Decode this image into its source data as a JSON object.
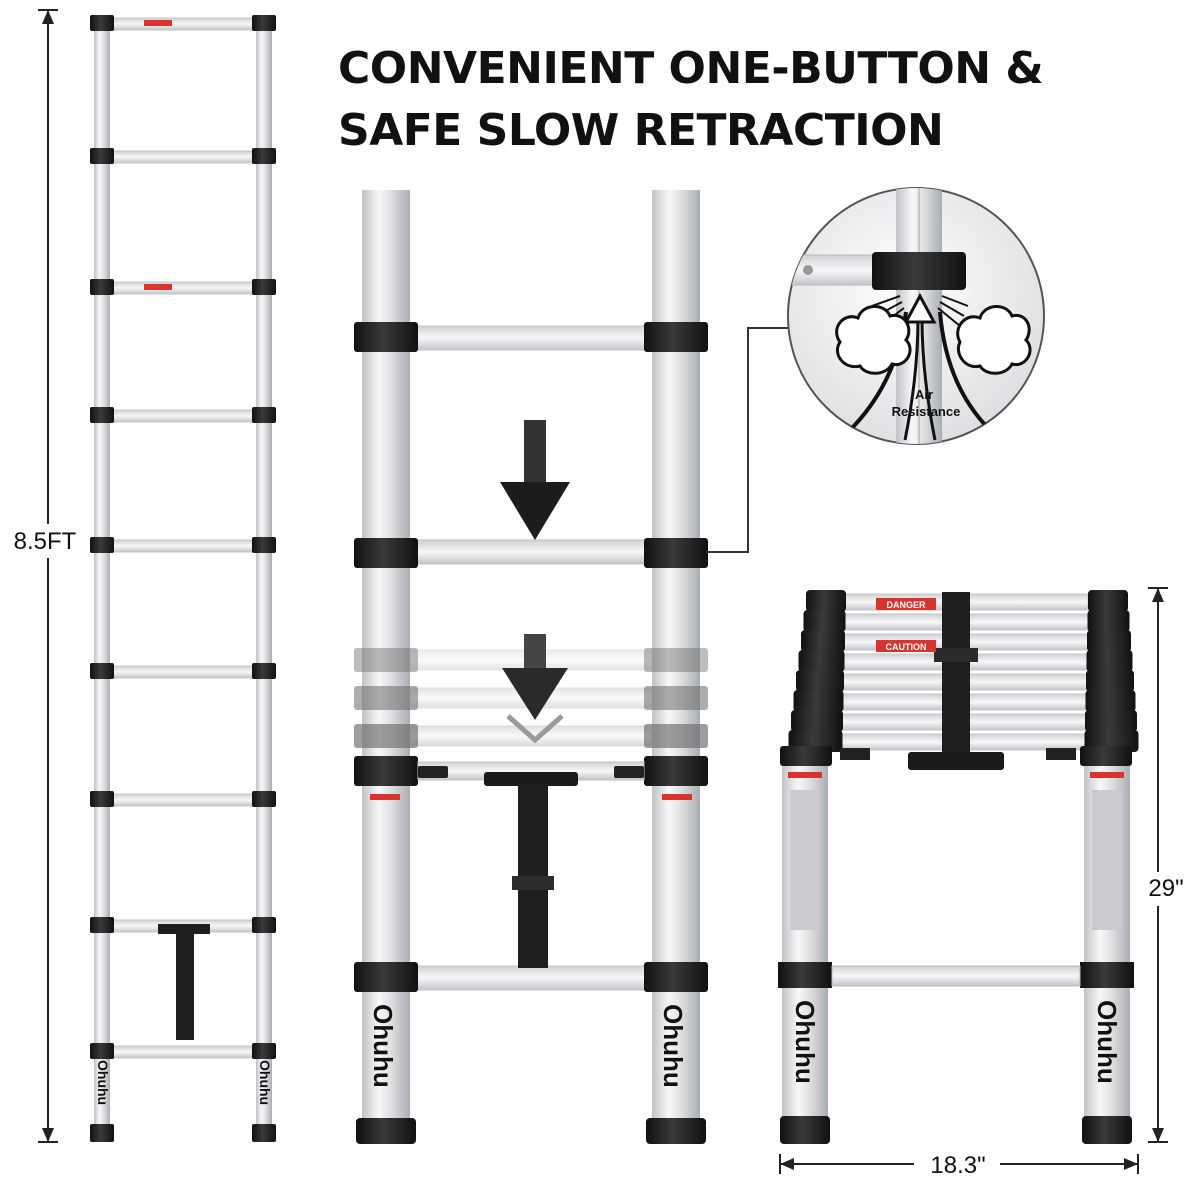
{
  "headline": {
    "line1": "CONVENIENT ONE-BUTTON &",
    "line2": "SAFE SLOW RETRACTION"
  },
  "dimensions": {
    "extended_height": "8.5FT",
    "collapsed_height": "29\"",
    "collapsed_width": "18.3\""
  },
  "callout": {
    "label_line1": "Air",
    "label_line2": "Resistance"
  },
  "brand": {
    "name": "Ohuhu"
  },
  "warning_labels": {
    "danger": "DANGER",
    "caution": "CAUTION"
  },
  "colors": {
    "aluminum": "#e6e7e9",
    "black_parts": "#1e1e1e",
    "warning_red": "#d9342b",
    "dimension_line": "#222222",
    "headline_text": "#111111"
  },
  "icons": {
    "retraction_arrow": "arrow-down-icon",
    "air_flow": "air-flow-icon",
    "cloud": "cloud-icon"
  }
}
